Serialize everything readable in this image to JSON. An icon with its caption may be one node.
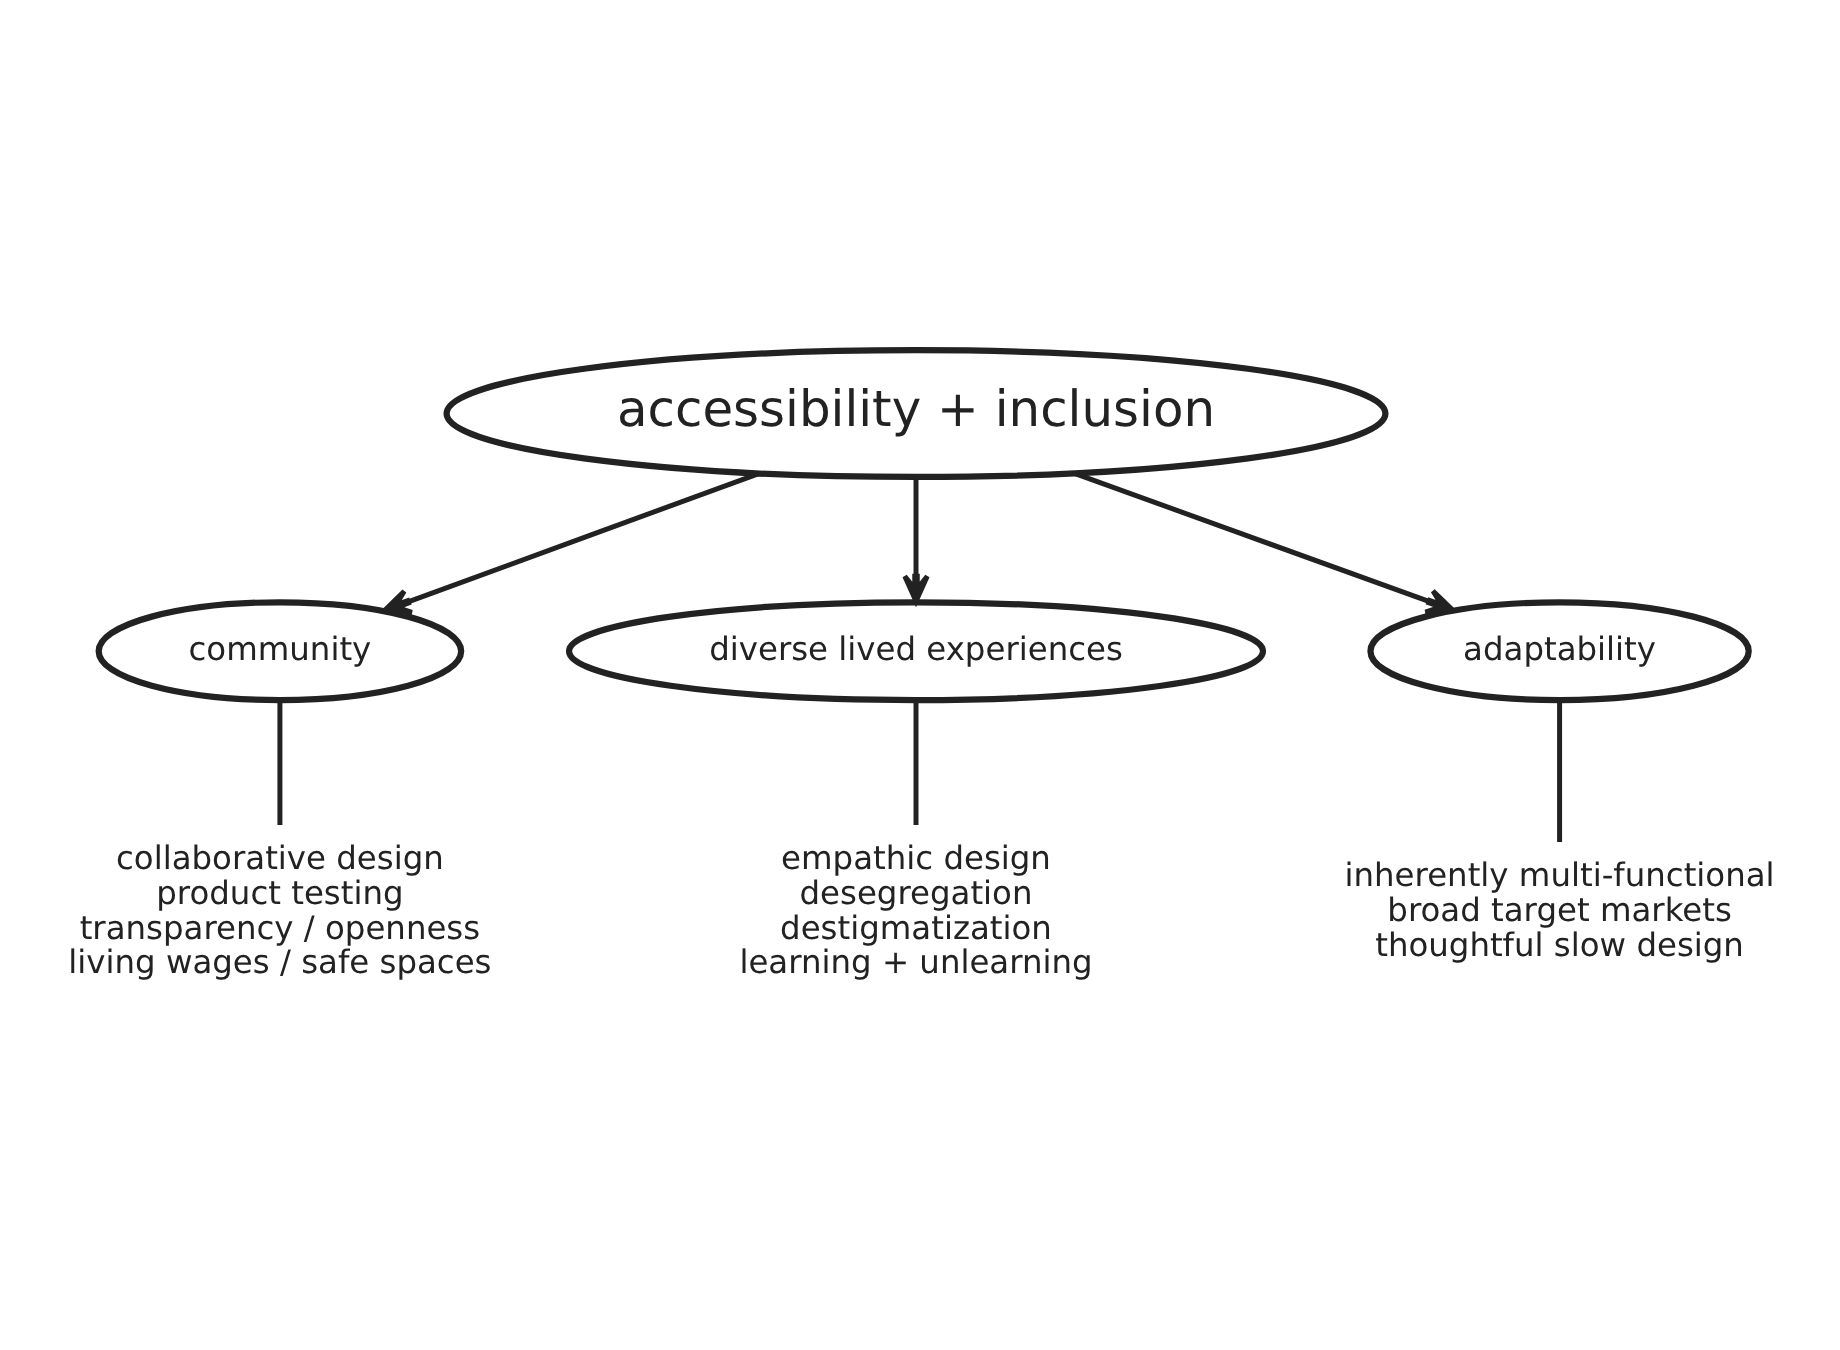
{
  "diagram": {
    "nodes": [
      {
        "text": [
          "accessibility + inclusion"
        ]
      },
      {
        "text": [
          "community"
        ]
      },
      {
        "text": [
          "diverse lived experiences"
        ]
      },
      {
        "text": [
          "adaptability"
        ]
      },
      {
        "text": [
          "collaborative design",
          "product testing",
          "transparency / openness",
          "living wages / safe spaces"
        ]
      },
      {
        "text": [
          "empathic design",
          "desegregation",
          "destigmatization",
          "learning + unlearning"
        ]
      },
      {
        "text": [
          "inherently multi-functional",
          "broad target markets",
          "thoughtful slow design"
        ]
      }
    ],
    "edges": [
      {
        "from": 0,
        "to": 1,
        "arrow": "to"
      },
      {
        "from": 0,
        "to": 2,
        "arrow": "to"
      },
      {
        "from": 0,
        "to": 3,
        "arrow": "to"
      },
      {
        "from": 1,
        "to": 4,
        "arrow": "none"
      },
      {
        "from": 2,
        "to": 5,
        "arrow": "none"
      },
      {
        "from": 3,
        "to": 6,
        "arrow": "none"
      }
    ]
  }
}
